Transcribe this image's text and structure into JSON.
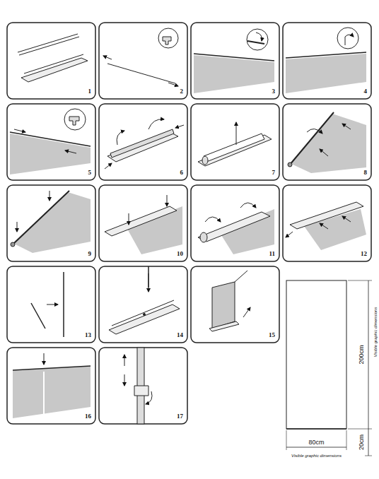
{
  "diagram": {
    "labels": [
      "1",
      "2",
      "3",
      "4",
      "5",
      "6",
      "7",
      "8",
      "9",
      "10",
      "11",
      "12",
      "13",
      "14",
      "15",
      "16",
      "17",
      "200cm",
      "Visible graphic dimensions",
      "20cm",
      "80cm",
      "Visible graphic dimensions"
    ]
  }
}
